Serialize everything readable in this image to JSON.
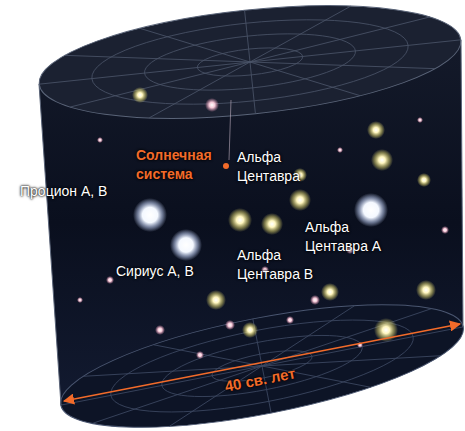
{
  "diagram": {
    "labels": [
      "Солнечная система",
      "Альфа Центавра",
      "Процион А, В",
      "Альфа Центавра А",
      "Альфа Центавра В",
      "Сириус А, В",
      "40 св. лет"
    ]
  }
}
